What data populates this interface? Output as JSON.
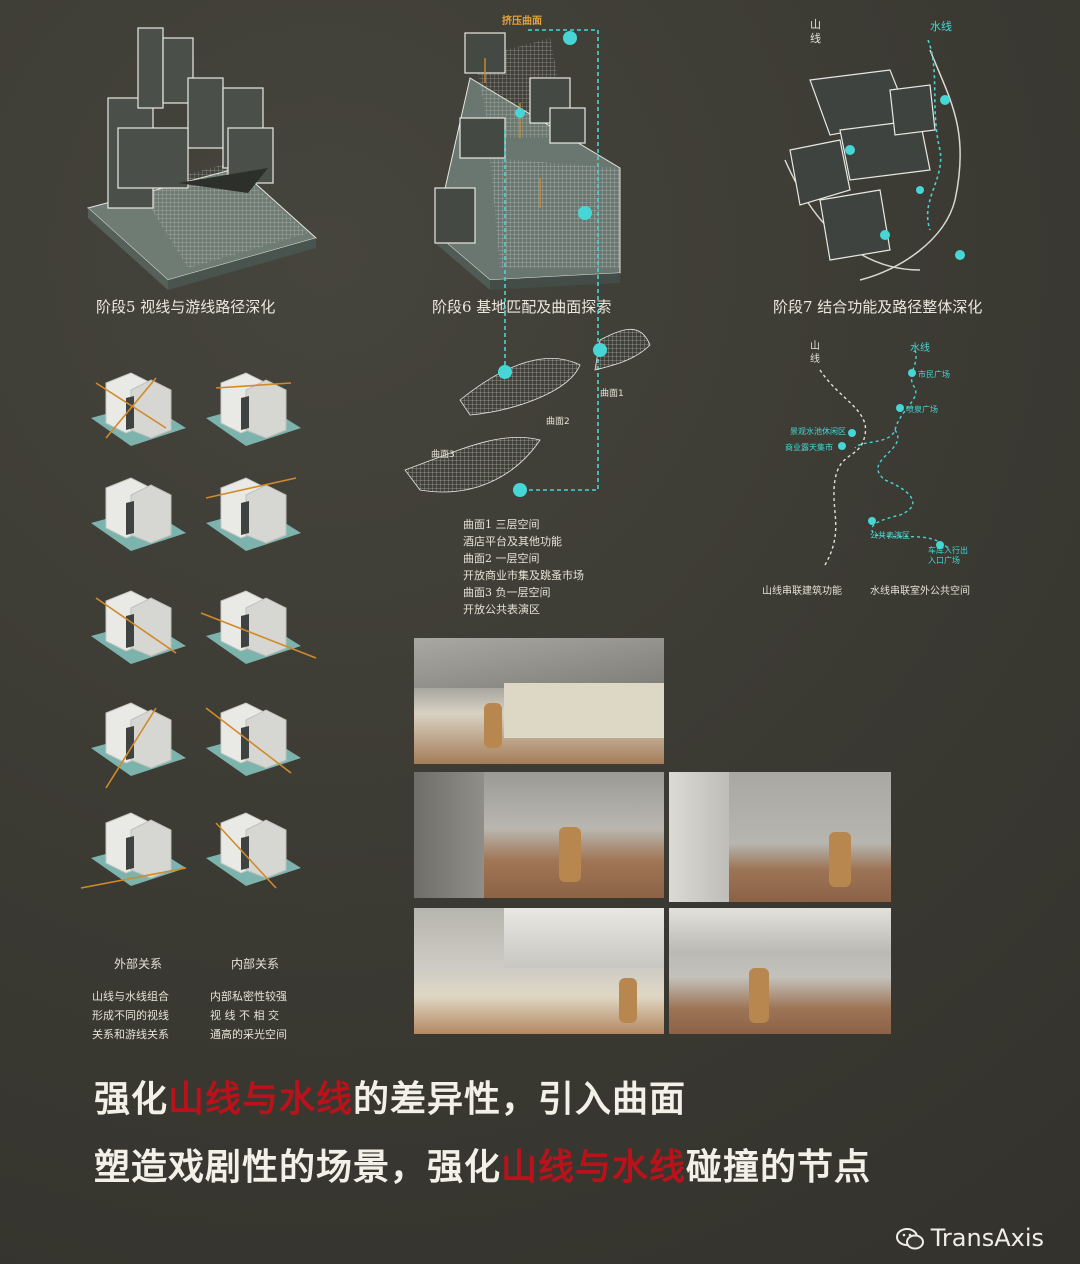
{
  "stages": {
    "stage5": "阶段5 视线与游线路径深化",
    "stage6": "阶段6 基地匹配及曲面探索",
    "stage7": "阶段7 结合功能及路径整体深化",
    "squeeze_label": "挤压曲面"
  },
  "map_top": {
    "mountain": "山\n线",
    "water": "水线"
  },
  "surfaces": {
    "s1": "曲面1",
    "s2": "曲面2",
    "s3": "曲面3",
    "notes": [
      "曲面1 三层空间",
      "酒店平台及其他功能",
      "曲面2 一层空间",
      "开放商业市集及跳蚤市场",
      "曲面3 负一层空间",
      "开放公共表演区"
    ]
  },
  "route_diagram": {
    "mountain": "山\n线",
    "water": "水线",
    "points": [
      "市民广场",
      "喷泉广场",
      "景观水池休闲区",
      "商业露天集市",
      "公共表演区",
      "车库人行出\n入口广场"
    ],
    "caption_left": "山线串联建筑功能",
    "caption_right": "水线串联室外公共空间"
  },
  "relations": {
    "outer_title": "外部关系",
    "inner_title": "内部关系",
    "outer_lines": [
      "山线与水线组合",
      "形成不同的视线",
      "关系和游线关系"
    ],
    "inner_lines": [
      "内部私密性较强",
      "视 线 不 相 交",
      "通高的采光空间"
    ]
  },
  "headline": {
    "l1_a": "强化",
    "l1_red": "山线与水线",
    "l1_b": "的差异性，引入曲面",
    "l2_a": "塑造戏剧性的场景，强化",
    "l2_red": "山线与水线",
    "l2_b": "碰撞的节点"
  },
  "logo": "TransAxis",
  "colors": {
    "background": "#3b3a33",
    "accent_cyan": "#47d6d6",
    "accent_red": "#b8121b",
    "arrow_orange": "#d08a2a",
    "base_teal": "#7db3ad"
  }
}
